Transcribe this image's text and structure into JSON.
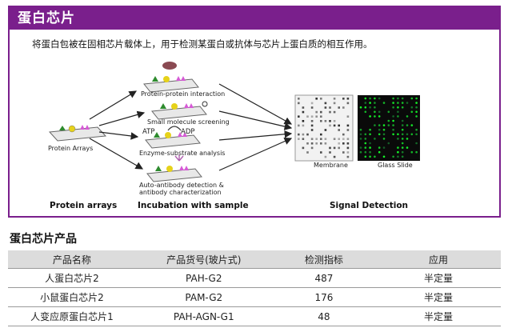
{
  "panel": {
    "title": "蛋白芯片",
    "description": "将蛋白包被在固相芯片载体上，用于检测某蛋白或抗体与芯片上蛋白质的相互作用。"
  },
  "diagram": {
    "protein_arrays_caption": "Protein Arrays",
    "steps": [
      "Protein-protein interaction",
      "Small molecule screening",
      "Enzyme-substrate analysis",
      "Auto-antibody detection &",
      "antibody characterization"
    ],
    "atp": "ATP",
    "adp": "ADP",
    "membrane": "Membrane",
    "glass_slide": "Glass Slide",
    "bottom_labels": {
      "left": "Protein arrays",
      "middle": "Incubation with sample",
      "right": "Signal Detection"
    },
    "colors": {
      "frame": "#7a1f8c",
      "green_protein": "#2e8b2e",
      "yellow_protein": "#e6d21a",
      "pink_protein": "#d65ad6"
    }
  },
  "products": {
    "section_title": "蛋白芯片产品",
    "headers": [
      "产品名称",
      "产品货号(玻片式)",
      "检测指标",
      "应用"
    ],
    "rows": [
      [
        "人蛋白芯片2",
        "PAH-G2",
        "487",
        "半定量"
      ],
      [
        "小鼠蛋白芯片2",
        "PAM-G2",
        "176",
        "半定量"
      ],
      [
        "人变应原蛋白芯片1",
        "PAH-AGN-G1",
        "48",
        "半定量"
      ]
    ]
  }
}
